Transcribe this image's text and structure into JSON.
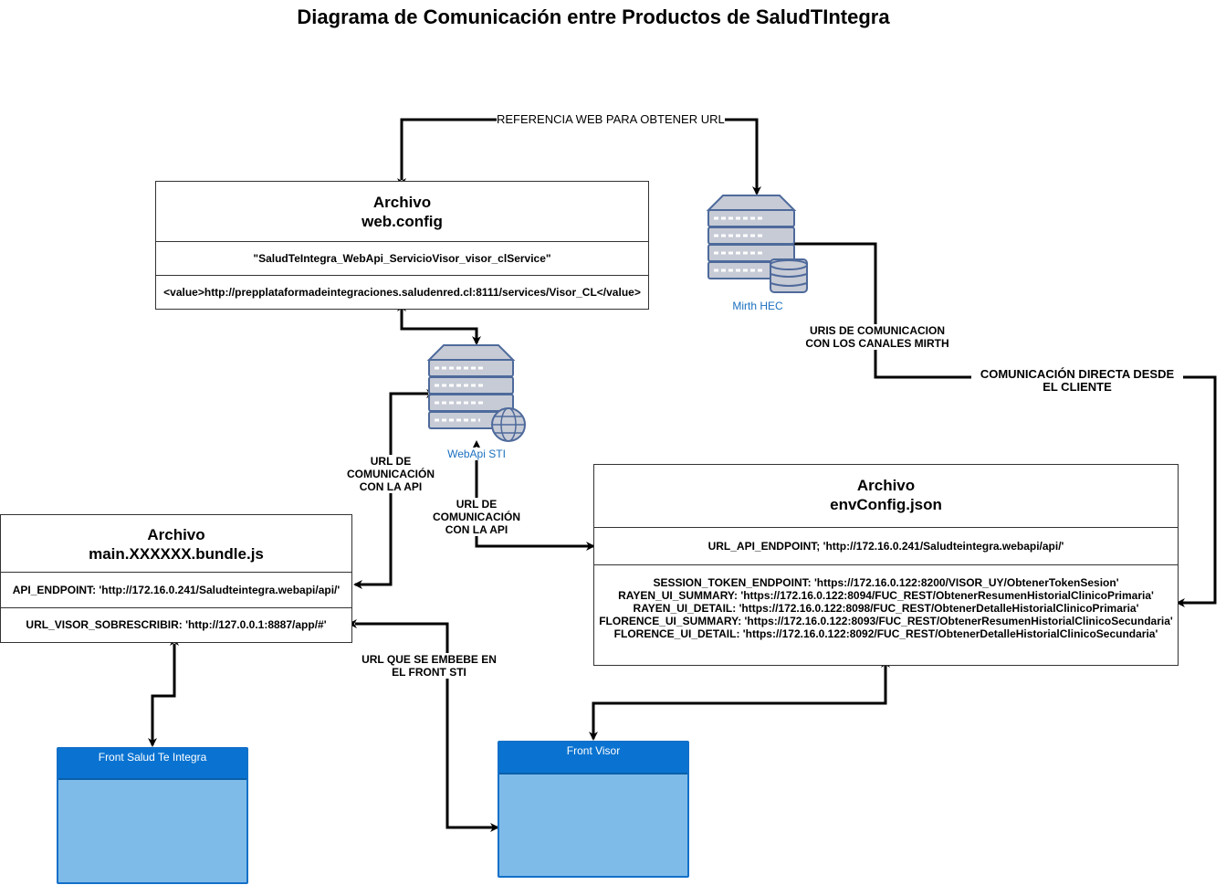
{
  "title": "Diagrama de Comunicación entre Productos de SaludTIntegra",
  "boxes": {
    "webconfig": {
      "head_line1": "Archivo",
      "head_line2": "web.config",
      "row1": "\"SaludTeIntegra_WebApi_ServicioVisor_visor_clService\"",
      "row2": "<value>http://prepplataformadeintegraciones.saludenred.cl:8111/services/Visor_CL</value>"
    },
    "mainbundle": {
      "head_line1": "Archivo",
      "head_line2": "main.XXXXXX.bundle.js",
      "row1": "API_ENDPOINT: 'http://172.16.0.241/Saludteintegra.webapi/api/'",
      "row2": "URL_VISOR_SOBRESCRIBIR: 'http://127.0.0.1:8887/app/#'"
    },
    "envconfig": {
      "head_line1": "Archivo",
      "head_line2": "envConfig.json",
      "row1": "URL_API_ENDPOINT; 'http://172.16.0.241/Saludteintegra.webapi/api/'",
      "row2_lines": [
        "SESSION_TOKEN_ENDPOINT: 'https://172.16.0.122:8200/VISOR_UY/ObtenerTokenSesion'",
        "RAYEN_UI_SUMMARY: 'https://172.16.0.122:8094/FUC_REST/ObtenerResumenHistorialClinicoPrimaria'",
        "RAYEN_UI_DETAIL: 'https://172.16.0.122:8098/FUC_REST/ObtenerDetalleHistorialClinicoPrimaria'",
        "FLORENCE_UI_SUMMARY: 'https://172.16.0.122:8093/FUC_REST/ObtenerResumenHistorialClinicoSecundaria'",
        "FLORENCE_UI_DETAIL: 'https://172.16.0.122:8092/FUC_REST/ObtenerDetalleHistorialClinicoSecundaria'"
      ]
    }
  },
  "servers": {
    "mirth": {
      "label": "Mirth HEC",
      "icon": "server-database-icon"
    },
    "webapi": {
      "label": "WebApi STI",
      "icon": "server-globe-icon"
    }
  },
  "windows": {
    "front_sti": {
      "title": "Front Salud Te Integra"
    },
    "front_visor": {
      "title": "Front Visor"
    }
  },
  "edge_labels": {
    "referencia": "REFERENCIA WEB PARA OBTENER URL",
    "uris_l1": "URIS DE COMUNICACION",
    "uris_l2": "CON LOS CANALES MIRTH",
    "directa_l1": "COMUNICACIÓN DIRECTA DESDE",
    "directa_l2": "EL CLIENTE",
    "url_api_a_l1": "URL DE",
    "url_api_a_l2": "COMUNICACIÓN",
    "url_api_a_l3": "CON LA API",
    "url_api_b_l1": "URL DE",
    "url_api_b_l2": "COMUNICACIÓN",
    "url_api_b_l3": "CON LA API",
    "embebe_l1": "URL QUE SE EMBEBE EN",
    "embebe_l2": "EL FRONT STI"
  },
  "colors": {
    "server_fill": "#c7cbd6",
    "server_stroke": "#4e6a9b",
    "window_body": "#7fbbe9",
    "window_bar": "#0a73d1",
    "server_label": "#1a6fc0"
  }
}
